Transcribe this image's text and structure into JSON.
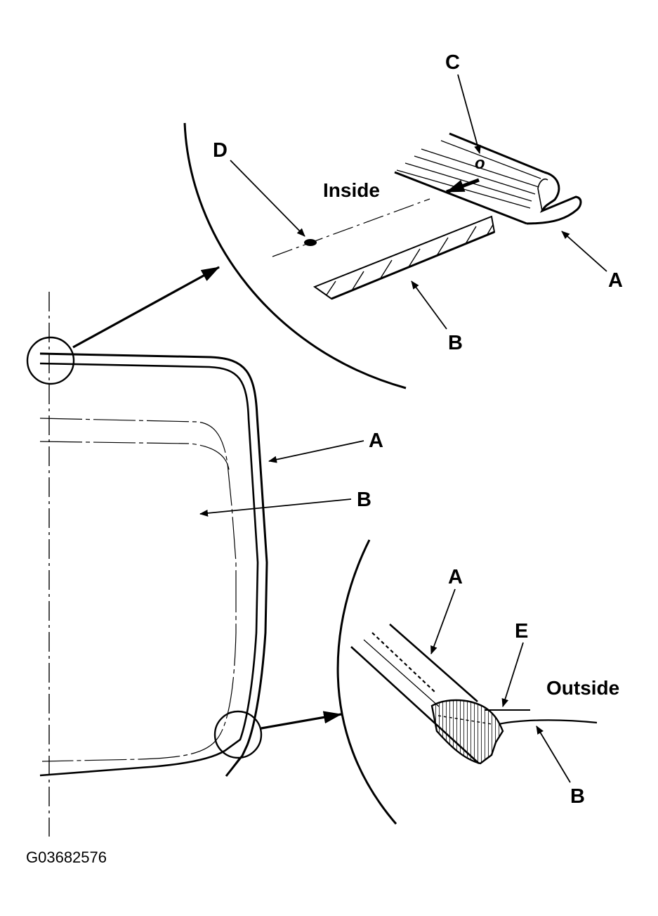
{
  "figure_id": "G03682576",
  "labels": {
    "A": "A",
    "B": "B",
    "C": "C",
    "D": "D",
    "E": "E"
  },
  "annotations": {
    "inside": "Inside",
    "outside": "Outside"
  },
  "colors": {
    "ink": "#000000",
    "paper": "#ffffff"
  }
}
